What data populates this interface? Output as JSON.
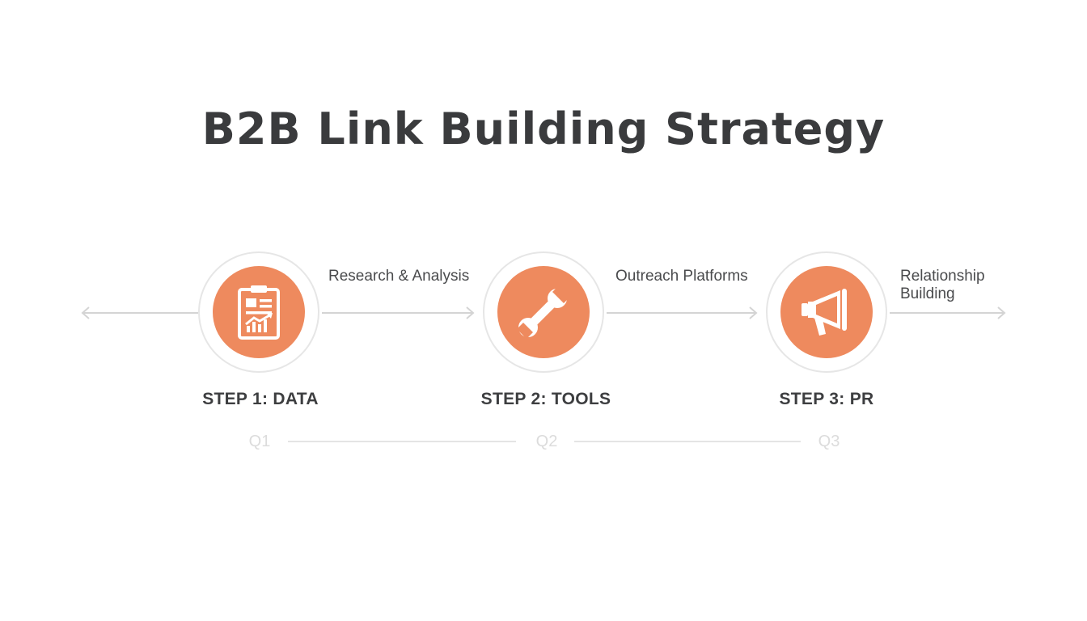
{
  "title": "B2B Link Building Strategy",
  "steps": [
    {
      "label": "STEP 1: DATA",
      "icon": "clipboard-chart-icon"
    },
    {
      "label": "STEP 2: TOOLS",
      "icon": "wrench-icon"
    },
    {
      "label": "STEP 3: PR",
      "icon": "megaphone-icon"
    }
  ],
  "connectors": [
    {
      "label": "Research & Analysis"
    },
    {
      "label": "Outreach Platforms"
    },
    {
      "label": "Relationship\nBuilding"
    }
  ],
  "quarters": [
    "Q1",
    "Q2",
    "Q3"
  ],
  "colors": {
    "accent": "#ee8a5e",
    "title": "#3a3b3d",
    "ring": "#e6e6e6",
    "connector": "#d4d4d4",
    "quarter": "#dcdcdc"
  }
}
